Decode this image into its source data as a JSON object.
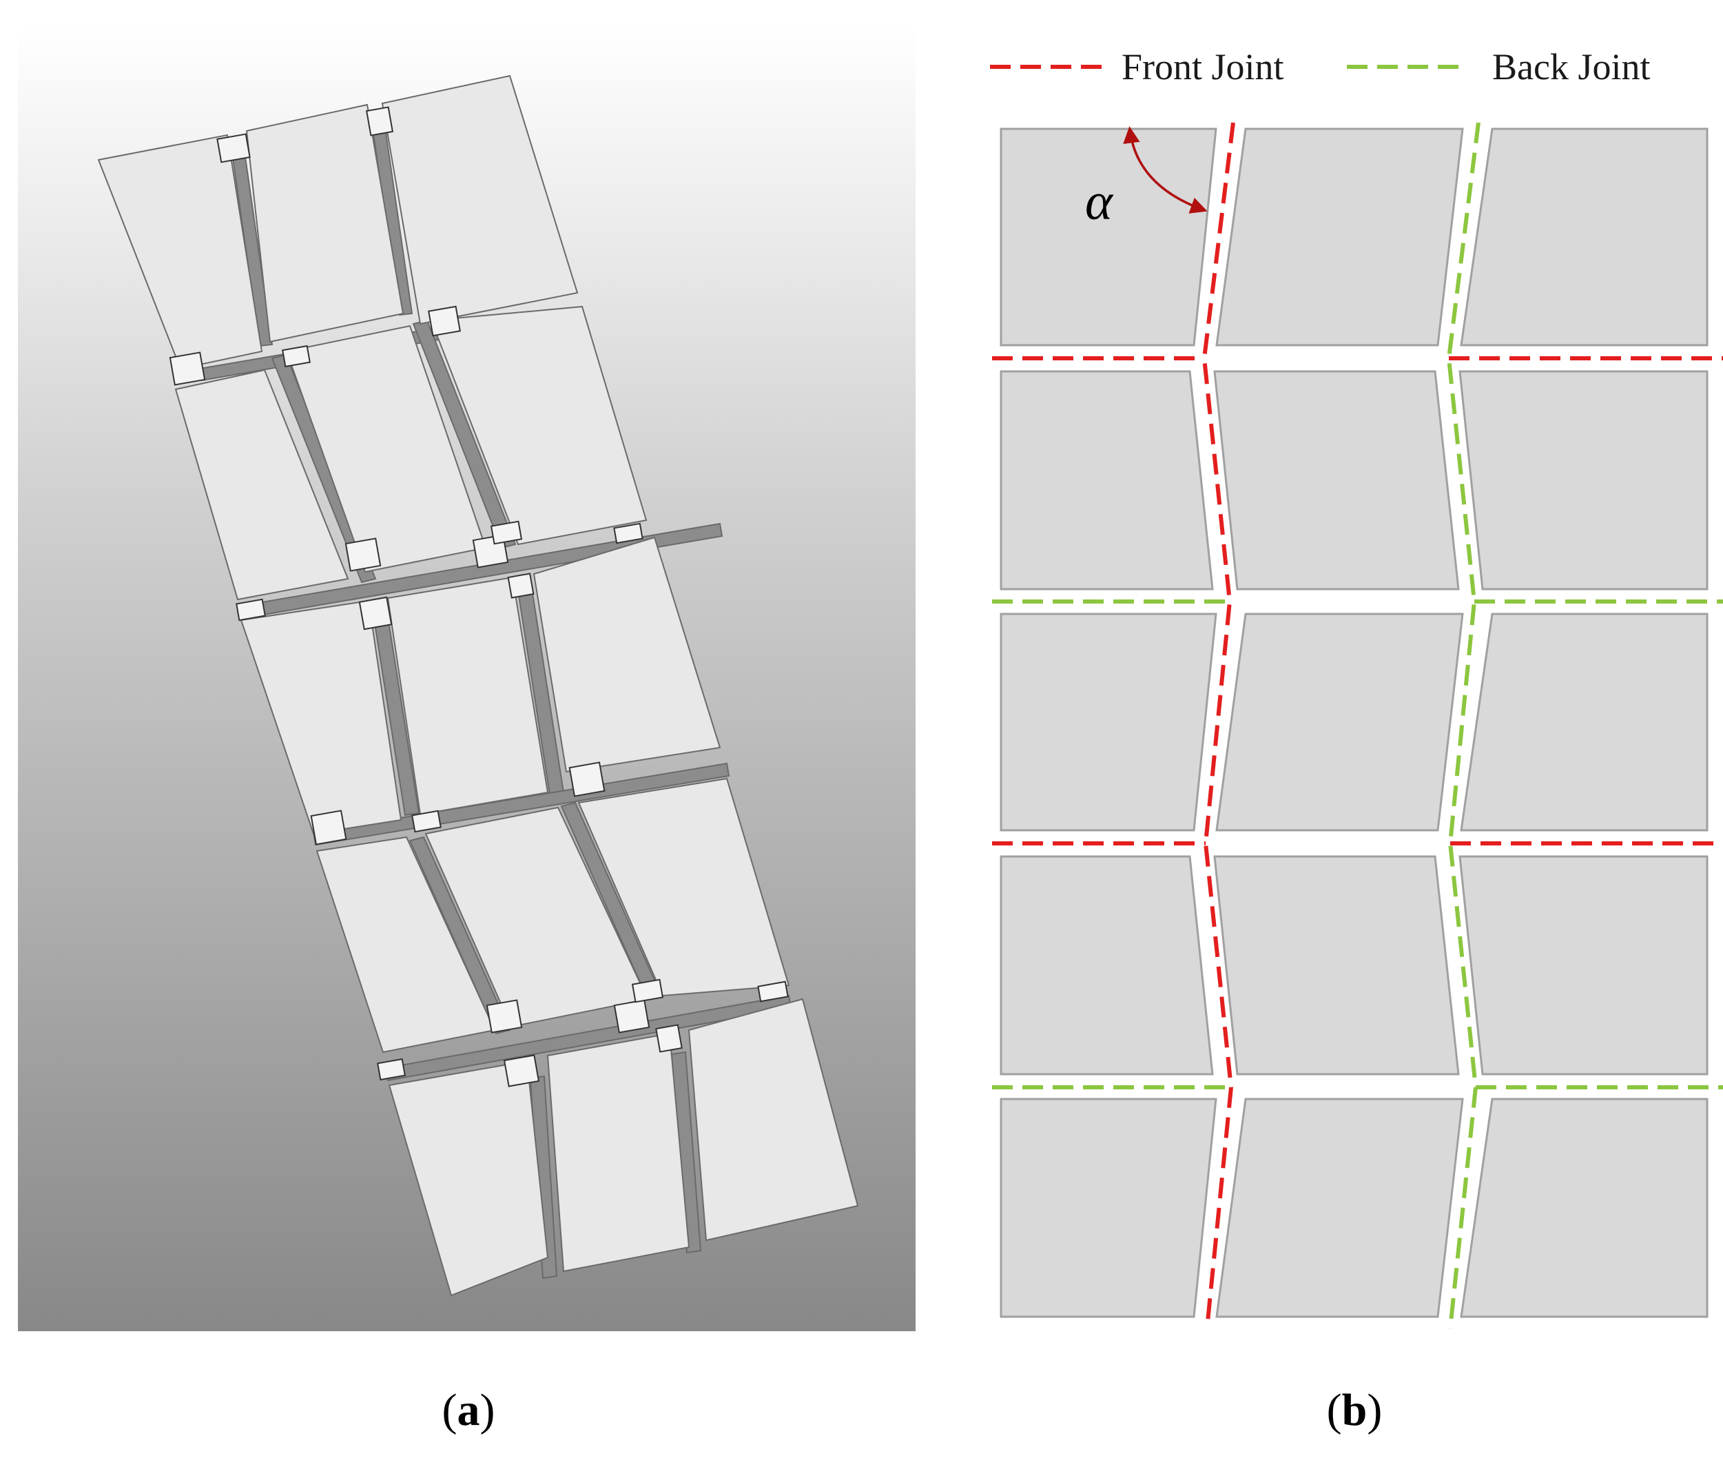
{
  "panels": {
    "a": {
      "caption_open": "(",
      "caption_letter": "a",
      "caption_close": ")"
    },
    "b": {
      "caption_open": "(",
      "caption_letter": "b",
      "caption_close": ")"
    }
  },
  "legend": {
    "front_joint": {
      "label": "Front Joint",
      "color": "#e41e1e",
      "icon": "red-dashed-line"
    },
    "back_joint": {
      "label": "Back Joint",
      "color": "#8cc63f",
      "icon": "green-dashed-line"
    }
  },
  "angle": {
    "symbol": "α",
    "arrow_color": "#b01010"
  },
  "colors": {
    "panel_fill_3d": "#e8e8e8",
    "panel_fill_2d": "#d9d9d9",
    "panel_stroke": "#9a9a9a",
    "strip_fill": "#8a8a8a",
    "background_gradient_top": "#ffffff",
    "background_gradient_bottom": "#888888"
  }
}
